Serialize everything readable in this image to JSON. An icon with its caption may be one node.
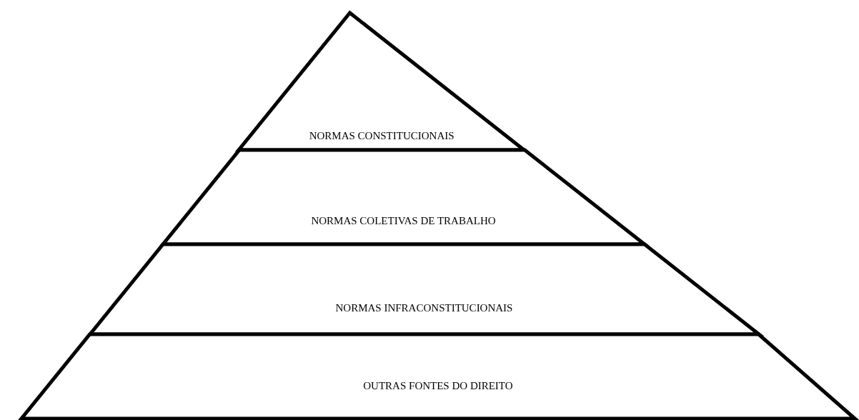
{
  "diagram": {
    "nodes": [
      {
        "text": [
          "NORMAS CONSTITUCIONAIS"
        ]
      },
      {
        "text": [
          "NORMAS COLETIVAS DE TRABALHO"
        ]
      },
      {
        "text": [
          "NORMAS INFRACONSTITUCIONAIS"
        ]
      },
      {
        "text": [
          "OUTRAS FONTES DO DIREITO"
        ]
      }
    ]
  }
}
